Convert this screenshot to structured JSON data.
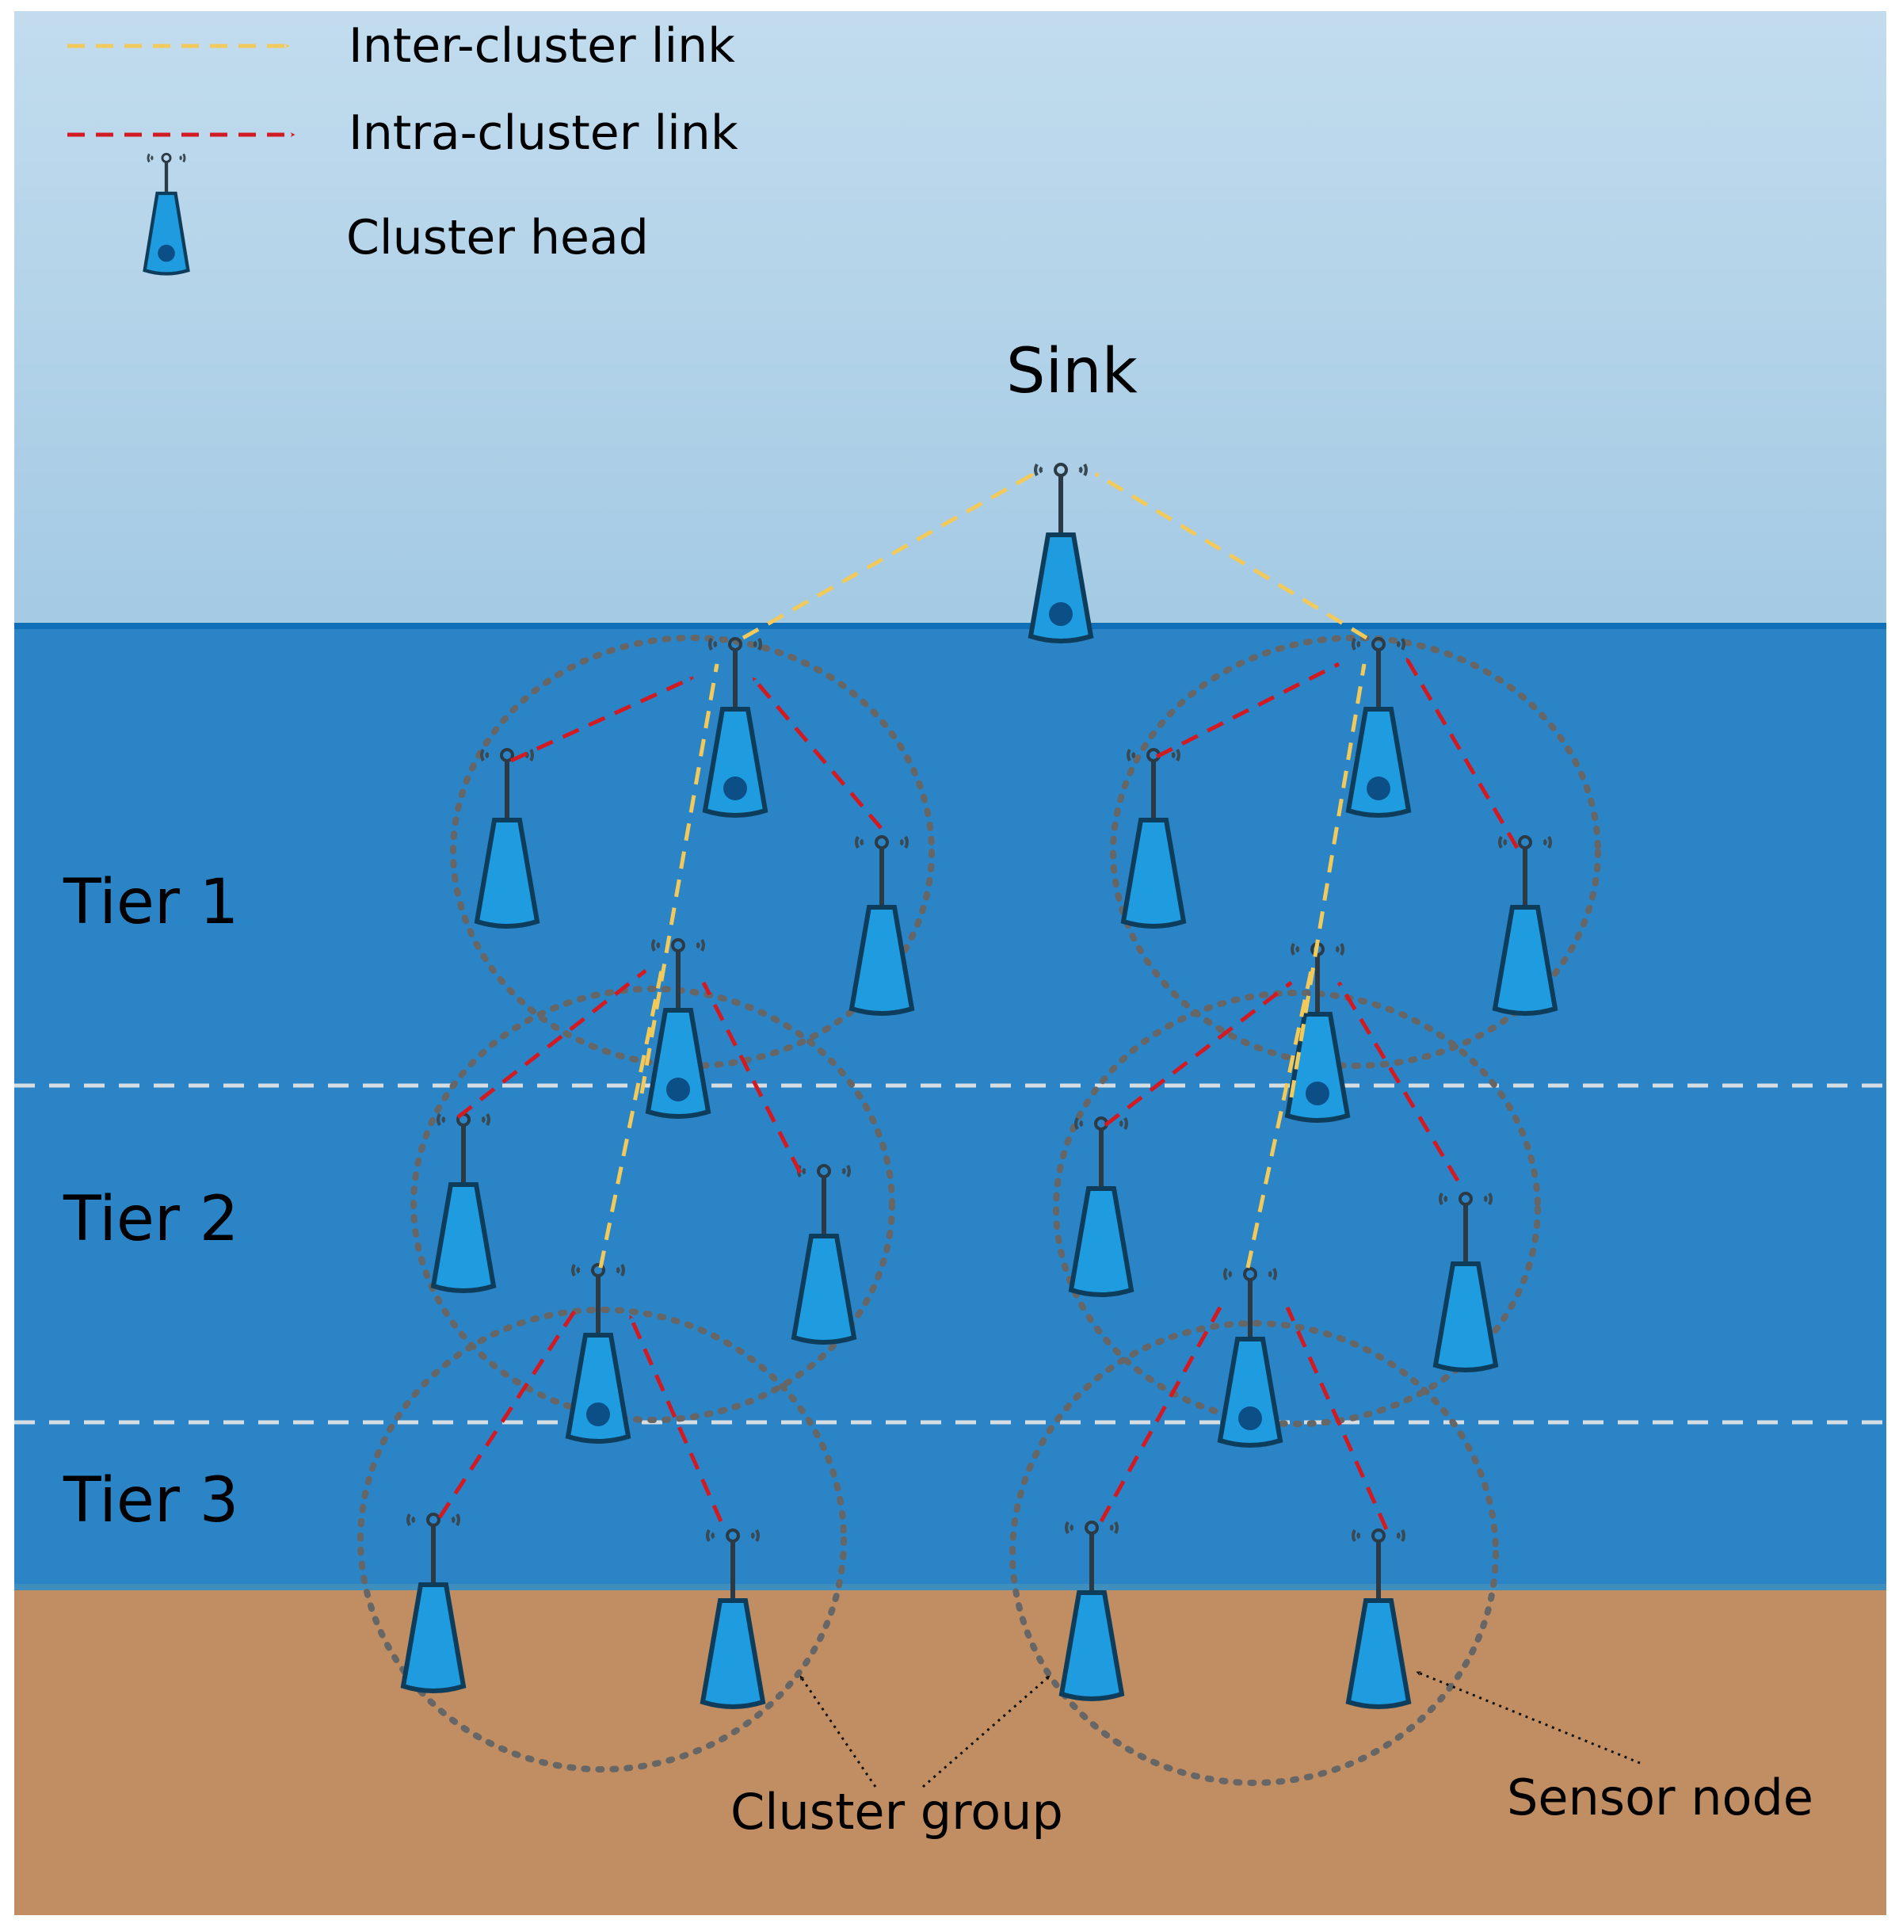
{
  "legend": {
    "inter_cluster_link": "Inter-cluster link",
    "intra_cluster_link": "Intra-cluster link",
    "cluster_head": "Cluster head"
  },
  "sink_label": "Sink",
  "tiers": [
    "Tier 1",
    "Tier 2",
    "Tier 3"
  ],
  "annotations": {
    "cluster_group": "Cluster group",
    "sensor_node": "Sensor node"
  },
  "colors": {
    "sky": "#bcd7ea",
    "water": "#2a84c6",
    "seabed": "#c08e62",
    "node_body": "#1f9be0",
    "inter_link": "#f2c95b",
    "intra_link": "#d21a22",
    "cluster_circle": "#666666",
    "tier_divider": "#d6dde3"
  },
  "icons": [
    "antenna-icon",
    "sensor-node-icon",
    "cluster-head-icon"
  ]
}
